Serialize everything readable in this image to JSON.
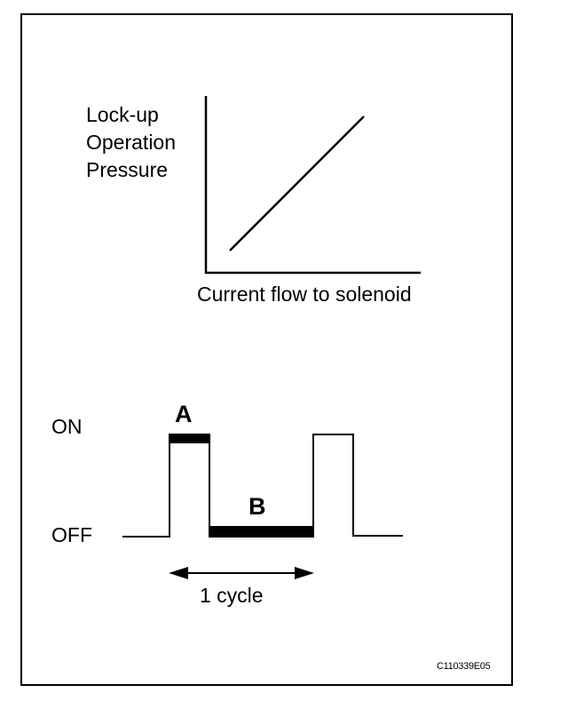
{
  "graph": {
    "y_label_lines": [
      "Lock-up",
      "Operation",
      "Pressure"
    ],
    "x_label": "Current flow to solenoid"
  },
  "waveform": {
    "on_label": "ON",
    "off_label": "OFF",
    "label_a": "A",
    "label_b": "B",
    "cycle_label": "1 cycle"
  },
  "figure_code": "C110339E05"
}
